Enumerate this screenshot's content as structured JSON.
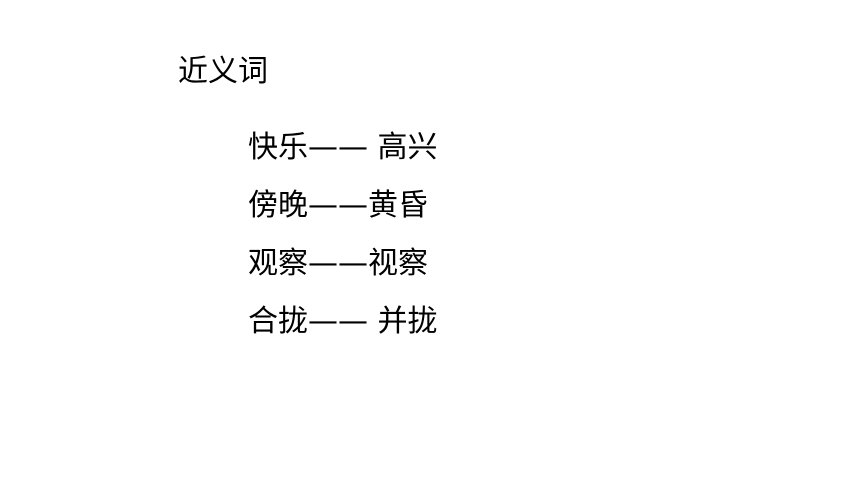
{
  "slide": {
    "title": "近义词",
    "pairs": [
      {
        "text": "快乐—— 高兴"
      },
      {
        "text": "傍晚——黄昏"
      },
      {
        "text": "观察——视察"
      },
      {
        "text": "合拢—— 并拢"
      }
    ]
  }
}
